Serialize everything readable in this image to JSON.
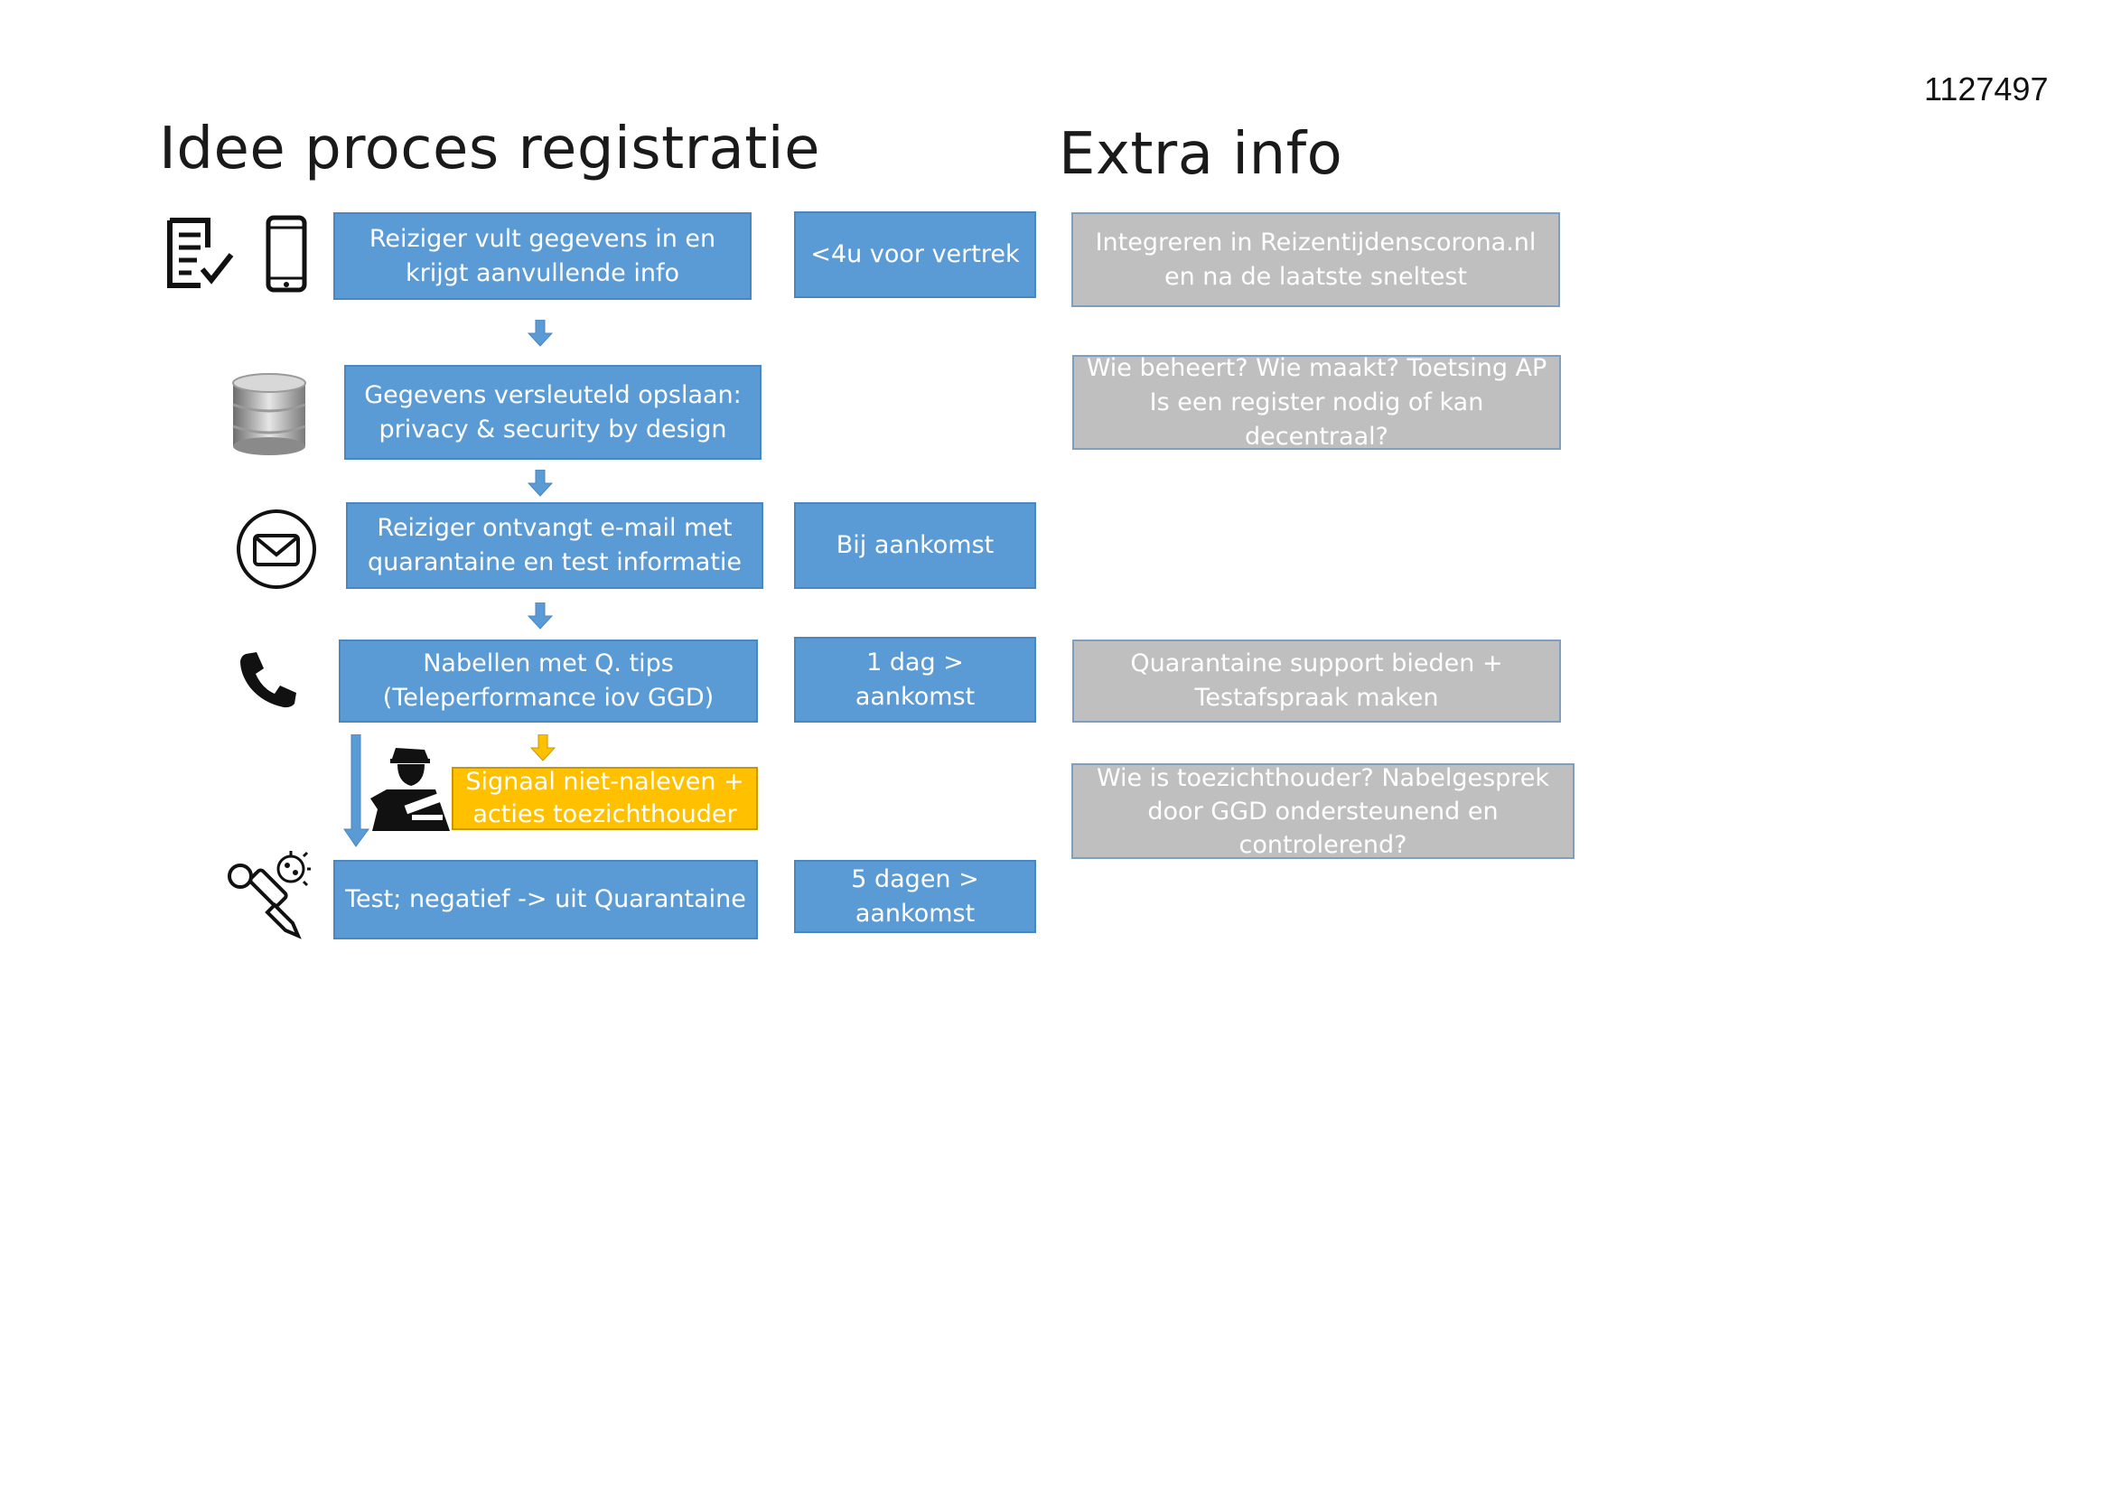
{
  "document_id": "1127497",
  "titles": {
    "process": "Idee proces registratie",
    "extra": "Extra info"
  },
  "steps": [
    {
      "text": "Reiziger vult gegevens in en krijgt aanvullende info",
      "timing": "<4u voor vertrek",
      "info": "Integreren in Reizentijdenscorona.nl en na de laatste sneltest",
      "icons": [
        "form-checklist-icon",
        "smartphone-icon"
      ]
    },
    {
      "text": "Gegevens versleuteld opslaan: privacy & security by design",
      "timing": "",
      "info": "Wie beheert? Wie maakt? Toetsing AP Is een register nodig of kan decentraal?",
      "icons": [
        "database-icon"
      ]
    },
    {
      "text": "Reiziger ontvangt e-mail met quarantaine en test informatie",
      "timing": "Bij aankomst",
      "info": "",
      "icons": [
        "email-envelope-icon"
      ]
    },
    {
      "text": "Nabellen met Q. tips (Teleperformance iov GGD)",
      "timing": "1 dag > aankomst",
      "info": "Quarantaine support bieden + Testafspraak maken",
      "icons": [
        "phone-handset-icon"
      ]
    },
    {
      "text": "Signaal niet-naleven + acties toezichthouder",
      "timing": "",
      "info": "Wie is toezichthouder? Nabelgesprek door GGD ondersteunend en controlerend?",
      "icons": [
        "police-officer-icon"
      ]
    },
    {
      "text": "Test; negatief -> uit Quarantaine",
      "timing": "5 dagen > aankomst",
      "info": "",
      "icons": [
        "virus-test-pipette-icon"
      ]
    }
  ],
  "colors": {
    "step_blue": "#5b9bd5",
    "info_gray": "#bfbfbf",
    "signal_yellow": "#ffc000",
    "arrow_blue": "#5b9bd5",
    "arrow_yellow": "#ffc000"
  }
}
